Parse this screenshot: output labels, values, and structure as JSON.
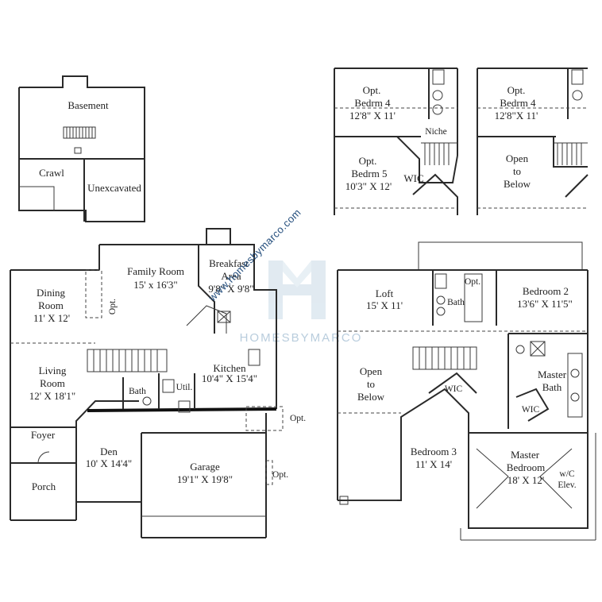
{
  "plan": {
    "basement": {
      "name": "Basement",
      "crawl": "Crawl",
      "unexcavated": "Unexcavated"
    },
    "upper_opt_a": {
      "bedrm4": {
        "name1": "Opt.",
        "name2": "Bedrm 4",
        "size": "12'8\" X 11'"
      },
      "niche": "Niche",
      "bedrm5": {
        "name1": "Opt.",
        "name2": "Bedrm 5",
        "size": "10'3\" X 12'"
      },
      "wic": "WIC"
    },
    "upper_opt_b": {
      "bedrm4": {
        "name1": "Opt.",
        "name2": "Bedrm 4",
        "size": "12'8\"X 11'"
      },
      "open": {
        "line1": "Open",
        "line2": "to",
        "line3": "Below"
      }
    },
    "first_floor": {
      "dining": {
        "name1": "Dining",
        "name2": "Room",
        "size": "11' X 12'"
      },
      "family": {
        "name": "Family Room",
        "size": "15' x 16'3\""
      },
      "breakfast": {
        "name1": "Breakfast",
        "name2": "Area",
        "size": "9'8\" X 9'8\""
      },
      "opt_dining": "Opt.",
      "living": {
        "name1": "Living",
        "name2": "Room",
        "size": "12' X 18'1\""
      },
      "kitchen": {
        "name": "Kitchen",
        "size": "10'4\" X 15'4\""
      },
      "bath": "Bath",
      "util": "Util.",
      "opt_garage_top": "Opt.",
      "foyer": "Foyer",
      "den": {
        "name": "Den",
        "size": "10' X 14'4\""
      },
      "garage": {
        "name": "Garage",
        "size": "19'1\" X 19'8\""
      },
      "opt_garage_side": "Opt.",
      "porch": "Porch"
    },
    "second_floor": {
      "loft": {
        "name": "Loft",
        "size": "15' X 11'"
      },
      "opt_bath": {
        "name1": "Opt.",
        "name2": "Bath"
      },
      "bedroom2": {
        "name": "Bedroom 2",
        "size": "13'6\" X 11'5\""
      },
      "open": {
        "line1": "Open",
        "line2": "to",
        "line3": "Below"
      },
      "wic1": "WIC",
      "master_bath": {
        "name1": "Master",
        "name2": "Bath"
      },
      "wic2": "WIC",
      "bedroom3": {
        "name": "Bedroom 3",
        "size": "11' X 14'"
      },
      "master_bedroom": {
        "name1": "Master",
        "name2": "Bedroom",
        "size": "18' X 12'"
      },
      "wc": {
        "line1": "w/C",
        "line2": "Elev."
      }
    }
  },
  "watermark": {
    "brand": "HOMESBYMARCO",
    "url": "www.homesbymarco.com"
  }
}
